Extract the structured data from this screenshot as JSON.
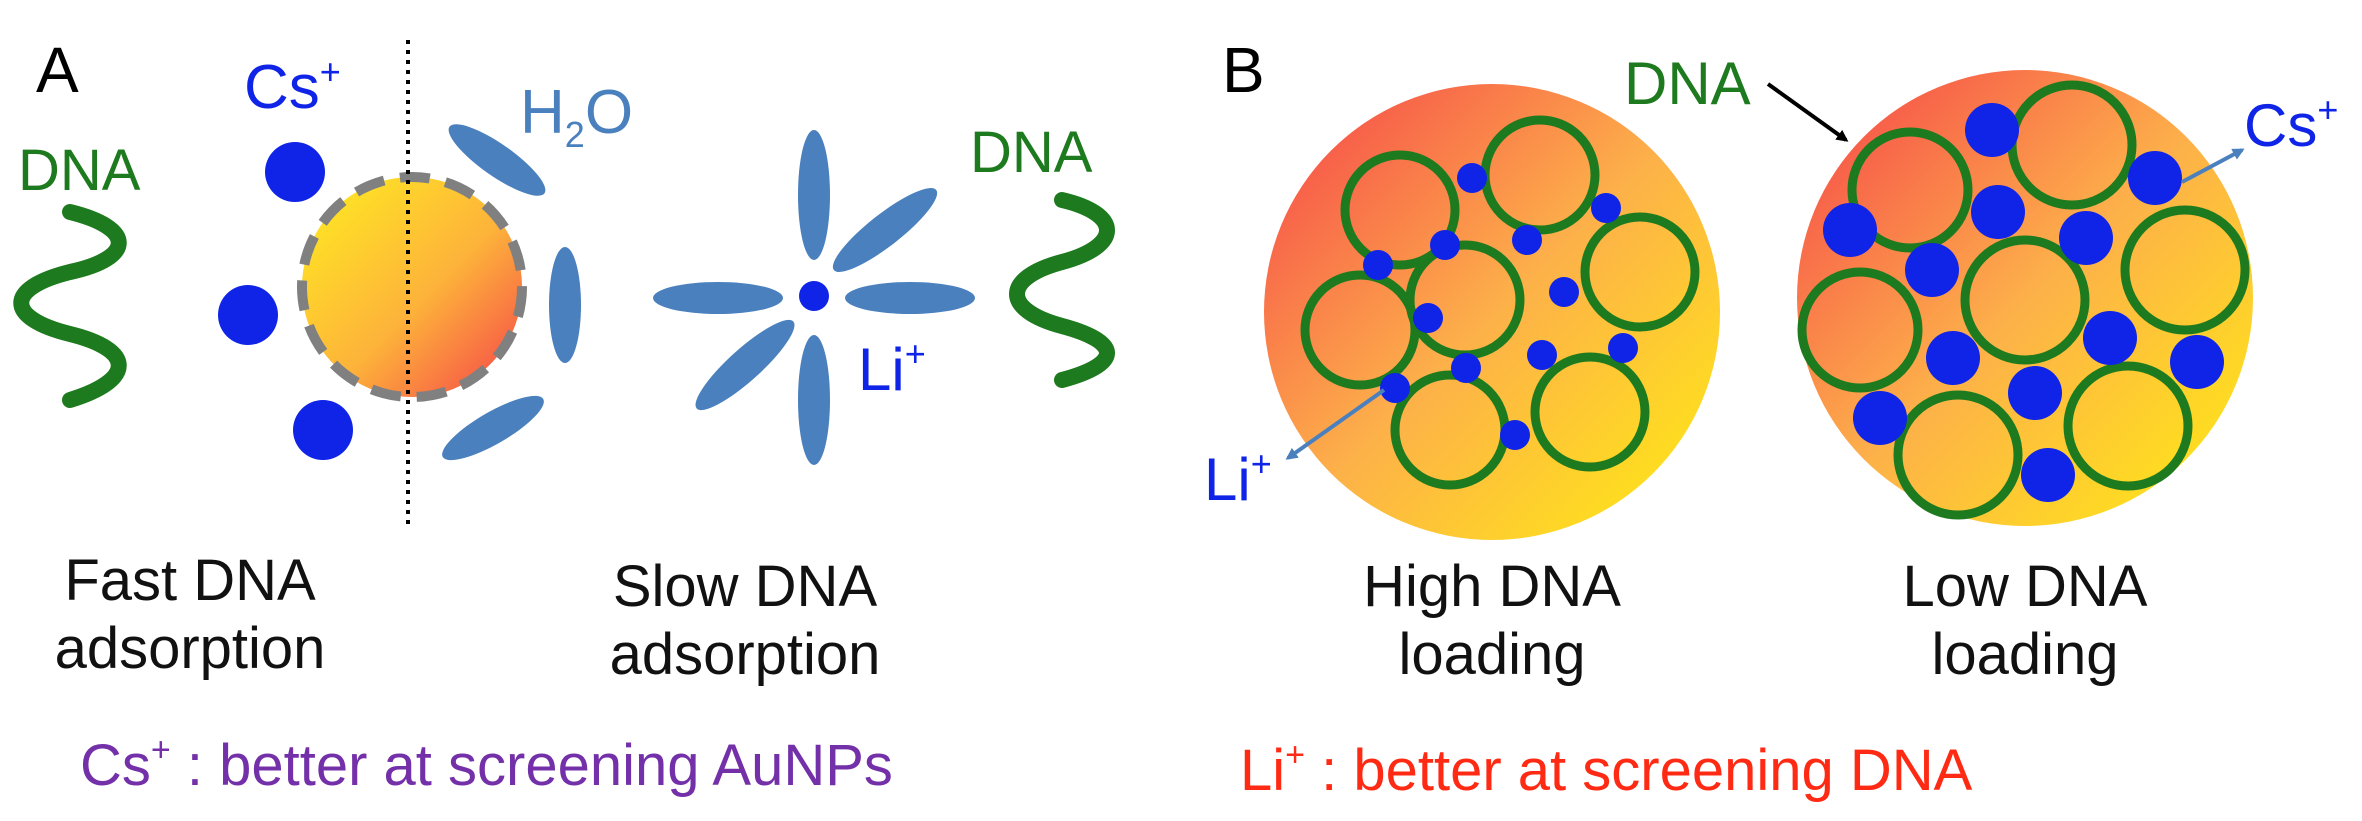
{
  "panel_a": {
    "letter": "A",
    "cs_label": "Cs",
    "cs_sup": "+",
    "dna_left": "DNA",
    "dna_right": "DNA",
    "h2o_h": "H",
    "h2o_sub": "2",
    "h2o_o": "O",
    "li_label": "Li",
    "li_sup": "+",
    "caption_fast_1": "Fast DNA",
    "caption_fast_2": "adsorption",
    "caption_slow_1": "Slow DNA",
    "caption_slow_2": "adsorption"
  },
  "panel_b": {
    "letter": "B",
    "dna_label": "DNA",
    "cs_label": "Cs",
    "cs_sup": "+",
    "li_label": "Li",
    "li_sup": "+",
    "caption_high_1": "High DNA",
    "caption_high_2": "loading",
    "caption_low_1": "Low DNA",
    "caption_low_2": "loading"
  },
  "footer": {
    "cs_ion": "Cs",
    "cs_sup": "+",
    "cs_text": " : better at screening AuNPs",
    "li_ion": "Li",
    "li_sup": "+",
    "li_text": " : better at screening DNA"
  },
  "colors": {
    "dna_green": "#1e7a1e",
    "cation_blue": "#0f24e6",
    "water_blue": "#4a80bd",
    "au_yellow": "#ffe61a",
    "au_red": "#f5404a",
    "footer_purple": "#7330a8",
    "footer_red": "#ff2a14"
  }
}
